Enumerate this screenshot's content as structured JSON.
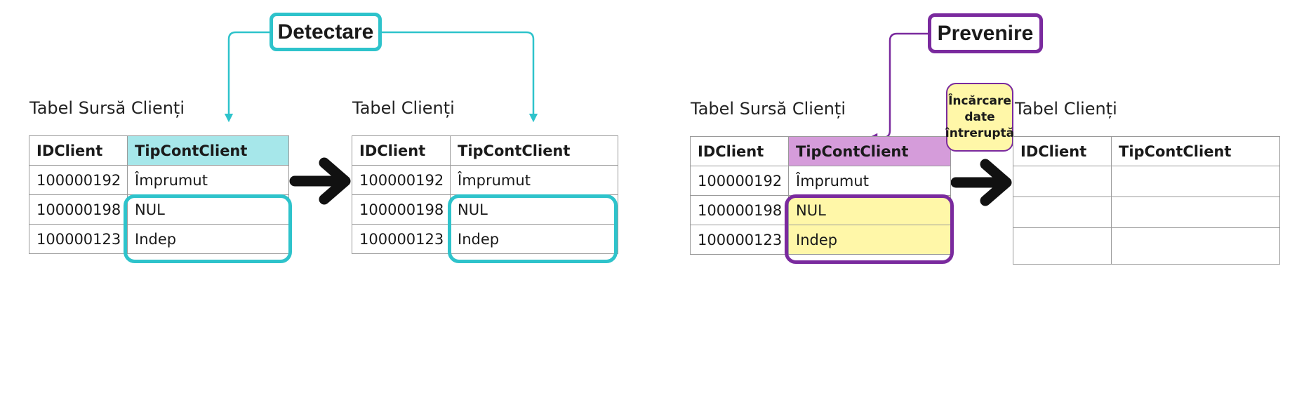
{
  "colors": {
    "teal": "#2ec3cb",
    "teal_fill": "#a6e7ea",
    "purple": "#7a2a9e",
    "purple_fill": "#d59cda",
    "yellow_fill": "#fff7a8"
  },
  "detect": {
    "label": "Detectare",
    "source": {
      "caption": "Tabel Sursă Clienți",
      "headers": [
        "IDClient",
        "TipContClient"
      ],
      "rows": [
        [
          "100000192",
          "Împrumut"
        ],
        [
          "100000198",
          "NUL"
        ],
        [
          "100000123",
          "Indep"
        ]
      ]
    },
    "target": {
      "caption": "Tabel Clienți",
      "headers": [
        "IDClient",
        "TipContClient"
      ],
      "rows": [
        [
          "100000192",
          "Împrumut"
        ],
        [
          "100000198",
          "NUL"
        ],
        [
          "100000123",
          "Indep"
        ]
      ]
    }
  },
  "prevent": {
    "label": "Prevenire",
    "badge_lines": [
      "Încărcare",
      "date",
      "întreruptă"
    ],
    "source": {
      "caption": "Tabel Sursă Clienți",
      "headers": [
        "IDClient",
        "TipContClient"
      ],
      "rows": [
        [
          "100000192",
          "Împrumut"
        ],
        [
          "100000198",
          "NUL"
        ],
        [
          "100000123",
          "Indep"
        ]
      ]
    },
    "target": {
      "caption": "Tabel Clienți",
      "headers": [
        "IDClient",
        "TipContClient"
      ],
      "rows": [
        [
          "",
          ""
        ],
        [
          "",
          ""
        ],
        [
          "",
          ""
        ]
      ]
    }
  }
}
